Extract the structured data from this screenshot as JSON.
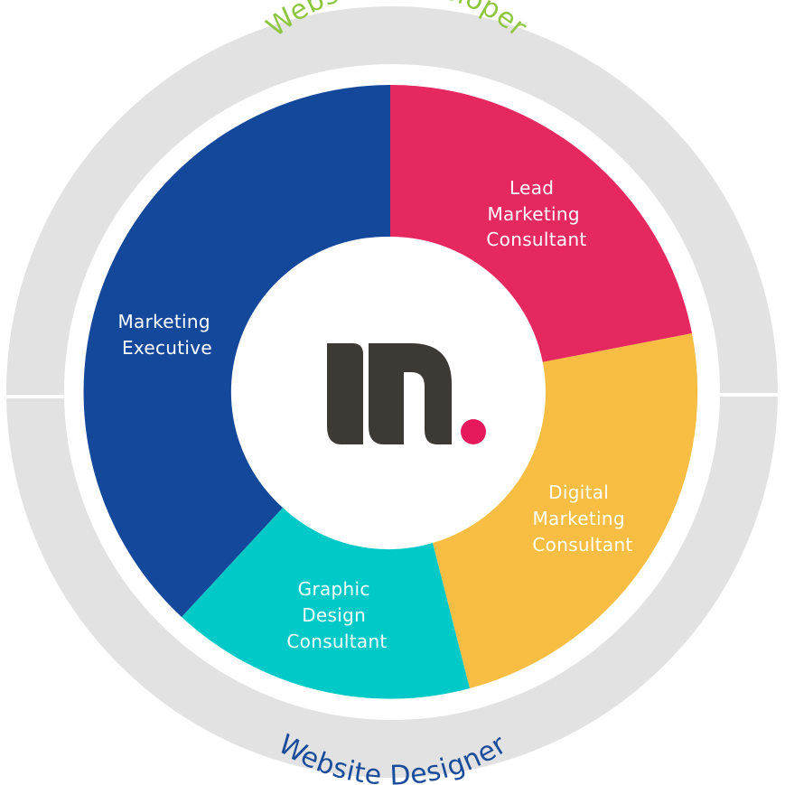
{
  "colors": {
    "outer_ring": "#e2e2e2",
    "ring_gap": "#ffffff",
    "background": "#ffffff",
    "center_circle": "#ffffff",
    "logo_dark": "#3d3935",
    "logo_dot": "#e5195c"
  },
  "outer_ring": {
    "top_label": "Website Developer",
    "top_label_color": "#8dc63f",
    "bottom_label": "Website Designer",
    "bottom_label_color": "#1a4c9c"
  },
  "segments": [
    {
      "lines": [
        "Lead",
        "Marketing",
        "Consultant"
      ],
      "color": "#e5285f"
    },
    {
      "lines": [
        "Digital",
        "Marketing",
        "Consultant"
      ],
      "color": "#f7be43"
    },
    {
      "lines": [
        "Graphic",
        "Design",
        "Consultant"
      ],
      "color": "#00c9c8"
    },
    {
      "lines": [
        "Marketing",
        "Executive"
      ],
      "color": "#13489a"
    }
  ],
  "logo": {
    "name": "m-logo-icon"
  }
}
